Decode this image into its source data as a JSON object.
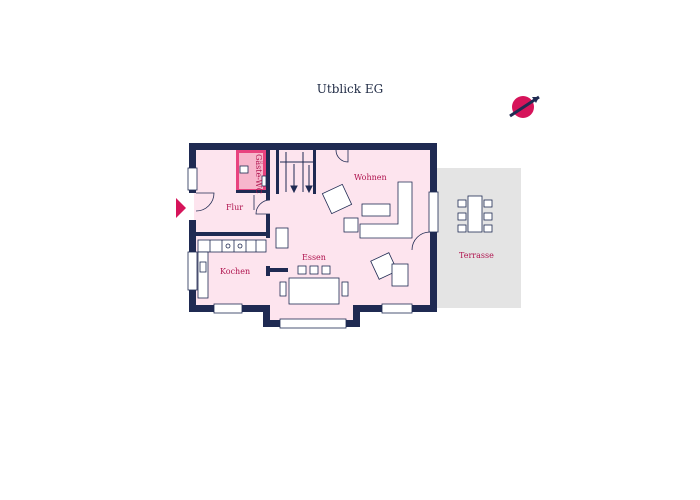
{
  "title": "Utblick EG",
  "rooms": {
    "flur": "Flur",
    "gaeste_wc": "Gäste-WC",
    "wohnen": "Wohnen",
    "kochen": "Kochen",
    "essen": "Essen",
    "terrasse": "Terrasse"
  },
  "colors": {
    "wall": "#1f2a52",
    "floor": "#fde4ee",
    "accent": "#d6145a",
    "terrace": "#e4e4e4",
    "label": "#b0144f"
  },
  "icons": {
    "compass": "compass-icon",
    "entrance": "entrance-arrow-icon"
  }
}
